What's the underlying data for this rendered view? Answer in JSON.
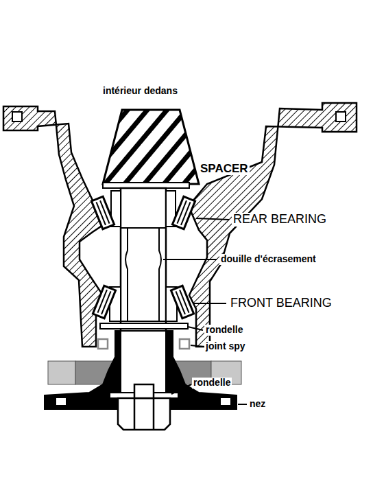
{
  "diagram": {
    "labels": [
      "intérieur dedans",
      "SPACER",
      "REAR BEARING",
      "douille d'écrasement",
      "FRONT BEARING",
      "rondelle",
      "joint spy",
      "rondelle",
      "nez"
    ]
  }
}
